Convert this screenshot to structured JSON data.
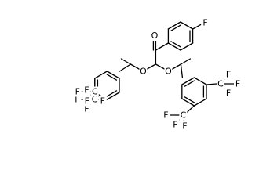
{
  "diagram": {
    "type": "chemical-structure",
    "atom_labels": {
      "oxygen": "O",
      "fluorine": "F",
      "carbon": "C"
    },
    "colors": {
      "background": "#ffffff",
      "bond": "#000000",
      "text": "#000000"
    }
  }
}
